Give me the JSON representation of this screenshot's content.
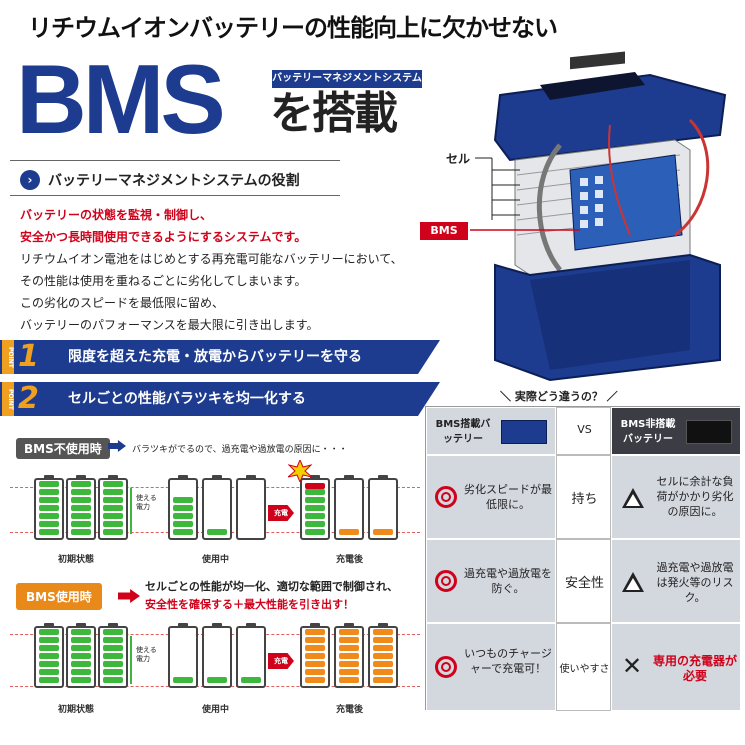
{
  "header": {
    "headline": "リチウムイオンバッテリーの性能向上に欠かせない",
    "bms_big": "BMS",
    "bms_subtag": "バッテリーマネジメントシステム",
    "bms_tousai": "を搭載"
  },
  "role": {
    "heading": "バッテリーマネジメントシステムの役割",
    "red_lines": [
      "バッテリーの状態を監視・制御し、",
      "安全かつ長時間使用できるようにするシステムです。"
    ],
    "body_lines": [
      "リチウムイオン電池をはじめとする再充電可能なバッテリーにおいて、",
      "その性能は使用を重ねるごとに劣化してしまいます。",
      "この劣化のスピードを最低限に留め、",
      "バッテリーのパフォーマンスを最大限に引き出します。"
    ]
  },
  "points": [
    {
      "label": "POINT",
      "number": "1",
      "text": "限度を超えた充電・放電からバッテリーを守る"
    },
    {
      "label": "POINT",
      "number": "2",
      "text": "セルごとの性能バラツキを均一化する"
    }
  ],
  "illustration": {
    "cell_label": "セル",
    "bms_label": "BMS"
  },
  "diagram": {
    "without": {
      "badge": "BMS不使用時",
      "note": "バラツキがでるので、過充電や過放電の原因に・・・",
      "usable": "使える電力",
      "captions": [
        "初期状態",
        "使用中",
        "充電後"
      ],
      "charge": "充電"
    },
    "with": {
      "badge": "BMS使用時",
      "note1": "セルごとの性能が均一化、適切な範囲で制御され、",
      "note2": "安全性を確保する＋最大性能を引き出す！",
      "usable": "使える電力",
      "captions": [
        "初期状態",
        "使用中",
        "充電後"
      ],
      "charge": "充電"
    }
  },
  "comparison": {
    "title": "＼ 実際どう違うの？ ／",
    "left_header": "BMS搭載バッテリー",
    "vs": "VS",
    "right_header": "BMS非搭載バッテリー",
    "rows": [
      {
        "left": "劣化スピードが最低限に。",
        "mid": "持ち",
        "right": "セルに余計な負荷がかかり劣化の原因に。"
      },
      {
        "left": "過充電や過放電を防ぐ。",
        "mid": "安全性",
        "right": "過充電や過放電は発火等のリスク。"
      },
      {
        "left": "いつものチャージャーで充電可！",
        "mid": "使いやすさ",
        "right": "専用の充電器が必要"
      }
    ]
  },
  "colors": {
    "brand_blue": "#1d3b8f",
    "accent_orange": "#f0a020",
    "alert_red": "#d0021b",
    "cell_green": "#3db83d",
    "cell_orange": "#f08a1a"
  }
}
